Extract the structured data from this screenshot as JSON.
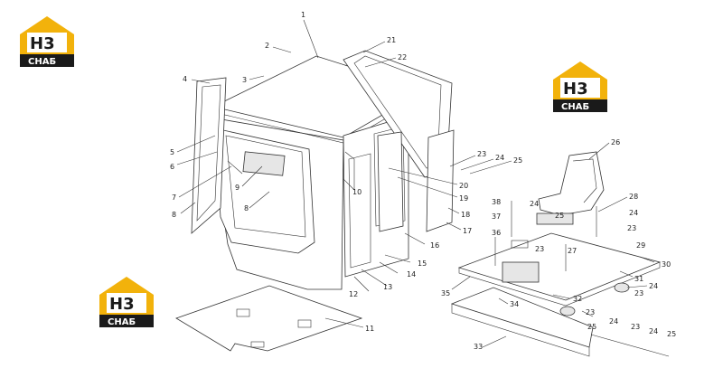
{
  "logos": [
    {
      "mark": "H3",
      "text": "СНАБ",
      "accent": "#f2b20b"
    },
    {
      "mark": "H3",
      "text": "СНАБ",
      "accent": "#f2b20b"
    },
    {
      "mark": "H3",
      "text": "СНАБ",
      "accent": "#f2b20b"
    }
  ],
  "colors": {
    "line": "#333333",
    "fill": "#e6e6e6",
    "background": "#ffffff",
    "logo_dark": "#1a1a1a"
  },
  "callouts": [
    {
      "id": "c1",
      "text": "1"
    },
    {
      "id": "c2",
      "text": "2"
    },
    {
      "id": "c3",
      "text": "3"
    },
    {
      "id": "c4",
      "text": "4"
    },
    {
      "id": "c5",
      "text": "5"
    },
    {
      "id": "c6",
      "text": "6"
    },
    {
      "id": "c7",
      "text": "7"
    },
    {
      "id": "c8a",
      "text": "8"
    },
    {
      "id": "c8b",
      "text": "8"
    },
    {
      "id": "c9",
      "text": "9"
    },
    {
      "id": "c10",
      "text": "10"
    },
    {
      "id": "c11",
      "text": "11"
    },
    {
      "id": "c12",
      "text": "12"
    },
    {
      "id": "c13",
      "text": "13"
    },
    {
      "id": "c14",
      "text": "14"
    },
    {
      "id": "c15",
      "text": "15"
    },
    {
      "id": "c16",
      "text": "16"
    },
    {
      "id": "c17",
      "text": "17"
    },
    {
      "id": "c18",
      "text": "18"
    },
    {
      "id": "c19",
      "text": "19"
    },
    {
      "id": "c20",
      "text": "20"
    },
    {
      "id": "c21",
      "text": "21"
    },
    {
      "id": "c22",
      "text": "22"
    },
    {
      "id": "c23a",
      "text": "23"
    },
    {
      "id": "c24a",
      "text": "24"
    },
    {
      "id": "c25a",
      "text": "25"
    },
    {
      "id": "c26",
      "text": "26"
    },
    {
      "id": "c38",
      "text": "38"
    },
    {
      "id": "c37",
      "text": "37"
    },
    {
      "id": "c36",
      "text": "36"
    },
    {
      "id": "c24b",
      "text": "24"
    },
    {
      "id": "c25b",
      "text": "25"
    },
    {
      "id": "c28",
      "text": "28"
    },
    {
      "id": "c24c",
      "text": "24"
    },
    {
      "id": "c23b",
      "text": "23"
    },
    {
      "id": "c23c",
      "text": "23"
    },
    {
      "id": "c27",
      "text": "27"
    },
    {
      "id": "c29",
      "text": "29"
    },
    {
      "id": "c30",
      "text": "30"
    },
    {
      "id": "c31",
      "text": "31"
    },
    {
      "id": "c24d",
      "text": "24"
    },
    {
      "id": "c23d",
      "text": "23"
    },
    {
      "id": "c35",
      "text": "35"
    },
    {
      "id": "c32",
      "text": "32"
    },
    {
      "id": "c34",
      "text": "34"
    },
    {
      "id": "c23e",
      "text": "23"
    },
    {
      "id": "c24e",
      "text": "24"
    },
    {
      "id": "c25c",
      "text": "25"
    },
    {
      "id": "c23f",
      "text": "23"
    },
    {
      "id": "c24f",
      "text": "24"
    },
    {
      "id": "c25d",
      "text": "25"
    },
    {
      "id": "c33",
      "text": "33"
    }
  ]
}
